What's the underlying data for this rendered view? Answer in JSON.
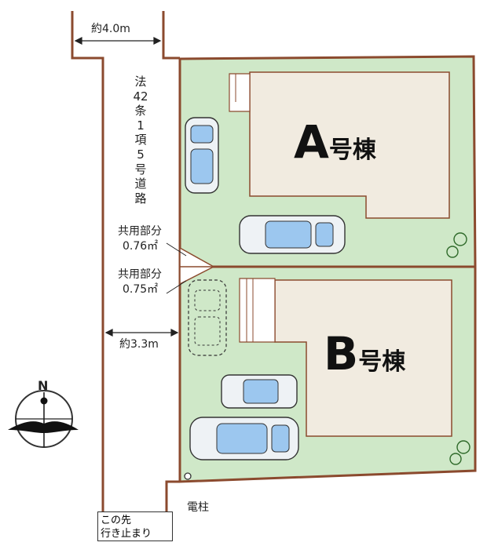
{
  "road": {
    "width_top": "約4.0m",
    "width_mid": "約3.3m",
    "designation": "法42条1項5号道路",
    "dead_end": [
      "この先",
      "行き止まり"
    ]
  },
  "common_area": {
    "label_a": "共用部分",
    "area_a": "0.76㎡",
    "label_b": "共用部分",
    "area_b": "0.75㎡"
  },
  "lots": [
    {
      "letter": "A",
      "suffix": "号棟"
    },
    {
      "letter": "B",
      "suffix": "号棟"
    }
  ],
  "utility_pole": "電柱",
  "compass": {
    "north": "N"
  },
  "colors": {
    "lot_fill": "#cfe8c8",
    "boundary": "#8b4a2e",
    "building_fill": "#f1ebe0",
    "car_glass": "#9cc7ef"
  }
}
